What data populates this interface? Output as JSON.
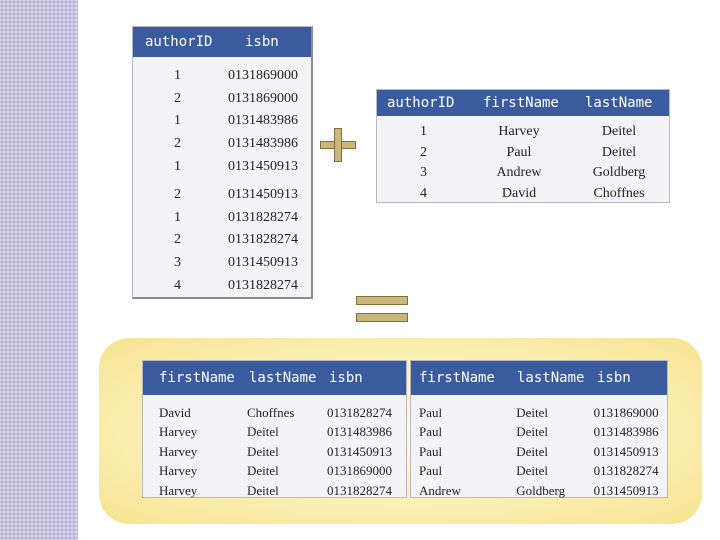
{
  "author_isbn": {
    "headers": [
      "authorID",
      "isbn"
    ],
    "rows": [
      [
        "1",
        "0131869000"
      ],
      [
        "2",
        "0131869000"
      ],
      [
        "1",
        "0131483986"
      ],
      [
        "2",
        "0131483986"
      ],
      [
        "1",
        "0131450913"
      ],
      [
        "2",
        "0131450913"
      ],
      [
        "1",
        "0131828274"
      ],
      [
        "2",
        "0131828274"
      ],
      [
        "3",
        "0131450913"
      ],
      [
        "4",
        "0131828274"
      ]
    ]
  },
  "authors": {
    "headers": [
      "authorID",
      "firstName",
      "lastName"
    ],
    "rows": [
      [
        "1",
        "Harvey",
        "Deitel"
      ],
      [
        "2",
        "Paul",
        "Deitel"
      ],
      [
        "3",
        "Andrew",
        "Goldberg"
      ],
      [
        "4",
        "David",
        "Choffnes"
      ]
    ]
  },
  "result_left": {
    "headers": [
      "firstName",
      "lastName",
      "isbn"
    ],
    "rows": [
      [
        "David",
        "Choffnes",
        "0131828274"
      ],
      [
        "Harvey",
        "Deitel",
        "0131483986"
      ],
      [
        "Harvey",
        "Deitel",
        "0131450913"
      ],
      [
        "Harvey",
        "Deitel",
        "0131869000"
      ],
      [
        "Harvey",
        "Deitel",
        "0131828274"
      ]
    ]
  },
  "result_right": {
    "headers": [
      "firstName",
      "lastName",
      "isbn"
    ],
    "rows": [
      [
        "Paul",
        "Deitel",
        "0131869000"
      ],
      [
        "Paul",
        "Deitel",
        "0131483986"
      ],
      [
        "Paul",
        "Deitel",
        "0131450913"
      ],
      [
        "Paul",
        "Deitel",
        "0131828274"
      ],
      [
        "Andrew",
        "Goldberg",
        "0131450913"
      ]
    ]
  },
  "colors": {
    "header_bg": "#3b5b9f",
    "operator_fill": "#c8b67a",
    "panel_fill": "#fbf0b6",
    "side_strip": "#c9c4e0"
  },
  "icons": [
    "plus-icon",
    "equals-icon"
  ]
}
